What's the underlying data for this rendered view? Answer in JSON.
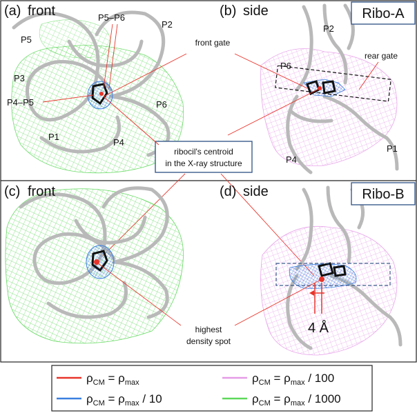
{
  "figure": {
    "panels": [
      {
        "id": "a",
        "letter": "(a)",
        "view": "front"
      },
      {
        "id": "b",
        "letter": "(b)",
        "view": "side"
      },
      {
        "id": "c",
        "letter": "(c)",
        "view": "front"
      },
      {
        "id": "d",
        "letter": "(d)",
        "view": "side"
      }
    ],
    "tags": {
      "top": "Ribo-A",
      "bottom": "Ribo-B"
    },
    "labels_a": [
      "P5",
      "P5–P6",
      "P2",
      "P3",
      "P4–P5",
      "P6",
      "P4",
      "P1"
    ],
    "labels_b": [
      "P2",
      "P6",
      "P4",
      "P1"
    ],
    "annotations": {
      "front_gate": "front gate",
      "rear_gate": "rear gate",
      "centroid_line1": "ribocil's centroid",
      "centroid_line2": "in the X-ray structure",
      "highest_line1": "highest",
      "highest_line2": "density spot",
      "distance": "4 Å"
    },
    "colors": {
      "red": "#e8342a",
      "blue": "#3a7fe0",
      "pink": "#e59be8",
      "green": "#5ed85a",
      "frame_blue": "#3a5a8c"
    }
  },
  "legend": {
    "entries": [
      {
        "rho": "ρ",
        "sub1": "CM",
        "eq": " = ρ",
        "sub2": "max",
        "tail": "",
        "color": "#e8342a"
      },
      {
        "rho": "ρ",
        "sub1": "CM",
        "eq": " = ρ",
        "sub2": "max",
        "tail": " / 100",
        "color": "#e59be8"
      },
      {
        "rho": "ρ",
        "sub1": "CM",
        "eq": " = ρ",
        "sub2": "max",
        "tail": " / 10",
        "color": "#3a7fe0"
      },
      {
        "rho": "ρ",
        "sub1": "CM",
        "eq": " = ρ",
        "sub2": "max",
        "tail": " / 1000",
        "color": "#5ed85a"
      }
    ]
  }
}
